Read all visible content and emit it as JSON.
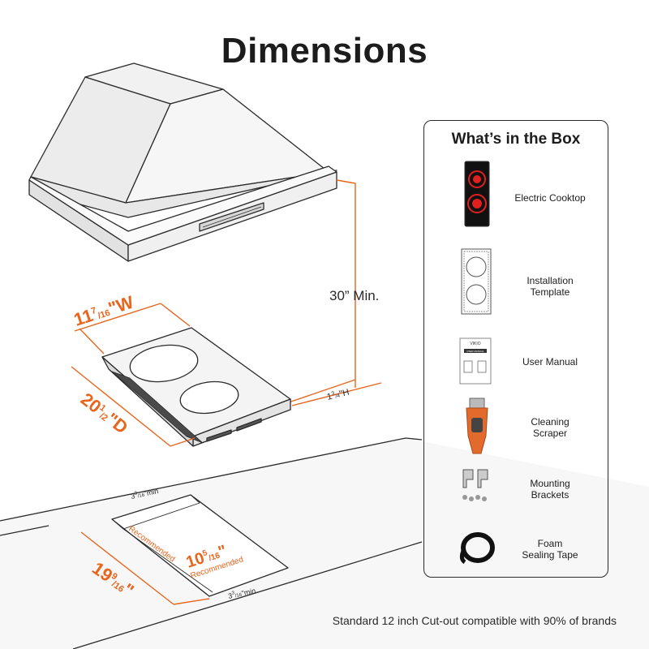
{
  "title": "Dimensions",
  "footer_note": "Standard 12 inch Cut-out compatible with 90% of brands",
  "dimensions": {
    "width": {
      "whole": "11",
      "num": "7",
      "den": "16",
      "unit": "\"W"
    },
    "depth": {
      "whole": "20",
      "num": "1",
      "den": "2",
      "unit": "\"D"
    },
    "height": {
      "whole": "1",
      "num": "3",
      "den": "4",
      "unit": "\"H"
    },
    "clearance": "30” Min.",
    "cutout_depth": {
      "whole": "19",
      "num": "9",
      "den": "16",
      "unit": "\""
    },
    "cutout_width": {
      "whole": "10",
      "num": "5",
      "den": "16",
      "unit": "\""
    },
    "cutout_recommended": "Recommended",
    "cutout_width_recommended": "Recommended",
    "margin_top": {
      "whole": "3",
      "num": "3",
      "den": "16",
      "unit": "\"min"
    },
    "margin_bottom": {
      "whole": "3",
      "num": "3",
      "den": "16",
      "unit": "\"min."
    }
  },
  "box": {
    "title": "What’s in the Box",
    "items": [
      {
        "label_1": "Electric Cooktop",
        "label_2": "",
        "icon": "cooktop-icon"
      },
      {
        "label_1": "Installation",
        "label_2": "Template",
        "icon": "template-icon"
      },
      {
        "label_1": "User Manual",
        "label_2": "",
        "icon": "manual-icon"
      },
      {
        "label_1": "Cleaning",
        "label_2": "Scraper",
        "icon": "scraper-icon"
      },
      {
        "label_1": "Mounting",
        "label_2": "Brackets",
        "icon": "brackets-icon"
      },
      {
        "label_1": "Foam",
        "label_2": "Sealing Tape",
        "icon": "foam-tape-icon"
      }
    ],
    "manual_brand": "VIKIO",
    "manual_heading": "USER MANUAL"
  },
  "colors": {
    "accent": "#e8651c",
    "outline": "#2a2a2a",
    "hood_fill": "#f3f3f3",
    "counter_fill": "#f7f7f7",
    "scraper_orange": "#e26a2c",
    "cooktop_red": "#e0201f"
  }
}
